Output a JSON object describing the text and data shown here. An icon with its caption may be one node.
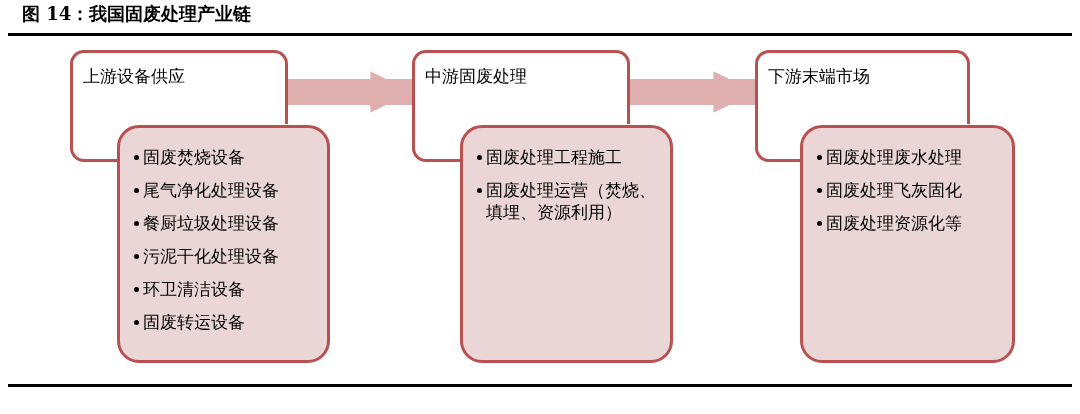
{
  "diagram": {
    "title": "图 14：我国固废处理产业链",
    "nodes": [
      {
        "text": [
          "上游设备供应"
        ]
      },
      {
        "text": [
          "固废焚烧设备",
          "尾气净化处理设备",
          "餐厨垃圾处理设备",
          "污泥干化处理设备",
          "环卫清洁设备",
          "固废转运设备"
        ]
      },
      {
        "text": [
          "中游固废处理"
        ]
      },
      {
        "text": [
          "固废处理工程施工",
          "固废处理运营（焚烧、填埋、资源利用）"
        ]
      },
      {
        "text": [
          "下游末端市场"
        ]
      },
      {
        "text": [
          "固废处理废水处理",
          "固废处理飞灰固化",
          "固废处理资源化等"
        ]
      }
    ],
    "edges": [
      {
        "from": 0,
        "to": 2,
        "arrow": "to"
      },
      {
        "from": 2,
        "to": 4,
        "arrow": "to"
      }
    ]
  }
}
